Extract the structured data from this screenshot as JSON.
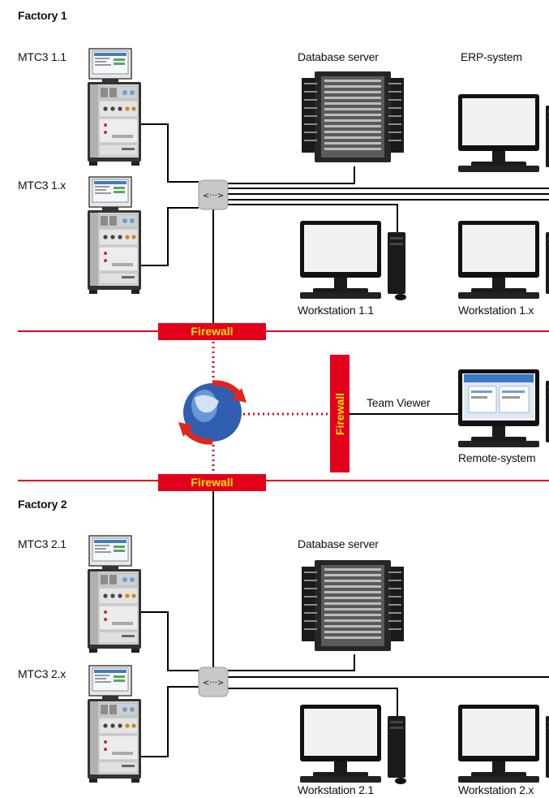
{
  "factory1": {
    "title": "Factory 1",
    "mtc_top": "MTC3 1.1",
    "mtc_bottom": "MTC3 1.x",
    "database_server": "Database server",
    "erp_system": "ERP-system",
    "workstation_a": "Workstation 1.1",
    "workstation_b": "Workstation 1.x"
  },
  "factory2": {
    "title": "Factory 2",
    "mtc_top": "MTC3 2.1",
    "mtc_bottom": "MTC3 2.x",
    "database_server": "Database server",
    "workstation_a": "Workstation 2.1",
    "workstation_b": "Workstation 2.x"
  },
  "firewall_label": "Firewall",
  "team_viewer": "Team Viewer",
  "remote_system": "Remote-system",
  "switch_symbol": "<···>",
  "colors": {
    "firewall_red": "#e2001a",
    "firewall_text": "#ffe500",
    "line": "#000000",
    "switch_gray": "#c8c8c8"
  }
}
